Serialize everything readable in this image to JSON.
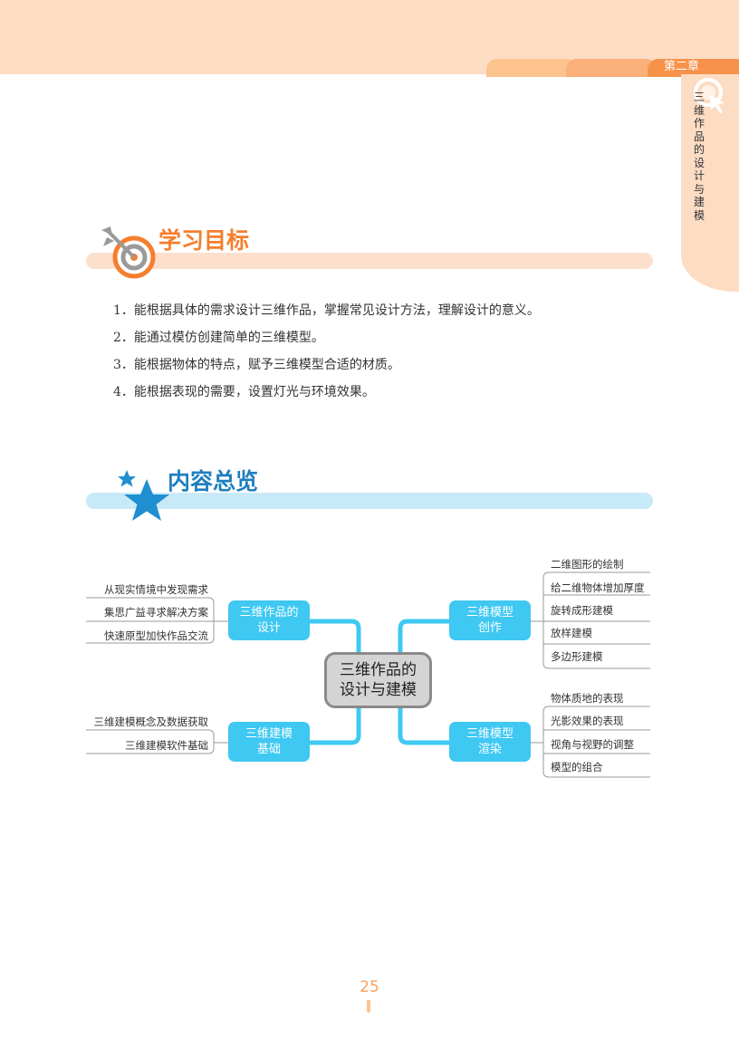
{
  "header": {
    "chapter_tab": "第二章",
    "chapter_title": "三维作品的设计与建模"
  },
  "goals": {
    "title": "学习目标",
    "items": [
      "1．能根据具体的需求设计三维作品，掌握常见设计方法，理解设计的意义。",
      "2．能通过模仿创建简单的三维模型。",
      "3．能根据物体的特点，赋予三维模型合适的材质。",
      "4．能根据表现的需要，设置灯光与环境效果。"
    ]
  },
  "overview": {
    "title": "内容总览",
    "center": {
      "line1": "三维作品的",
      "line2": "设计与建模"
    },
    "branches": [
      {
        "line1": "三维作品的",
        "line2": "设计",
        "items": [
          "从现实情境中发现需求",
          "集思广益寻求解决方案",
          "快速原型加快作品交流"
        ]
      },
      {
        "line1": "三维模型",
        "line2": "创作",
        "items": [
          "二维图形的绘制",
          "给二维物体增加厚度",
          "旋转成形建模",
          "放样建模",
          "多边形建模"
        ]
      },
      {
        "line1": "三维建模",
        "line2": "基础",
        "items": [
          "三维建模概念及数据获取",
          "三维建模软件基础"
        ]
      },
      {
        "line1": "三维模型",
        "line2": "渲染",
        "items": [
          "物体质地的表现",
          "光影效果的表现",
          "视角与视野的调整",
          "模型的组合"
        ]
      }
    ]
  },
  "page_number": "25",
  "colors": {
    "orange": "#f47f2f",
    "blue": "#3ec8f2",
    "dark_blue": "#1f7fbf",
    "peach": "#fddcc4"
  }
}
